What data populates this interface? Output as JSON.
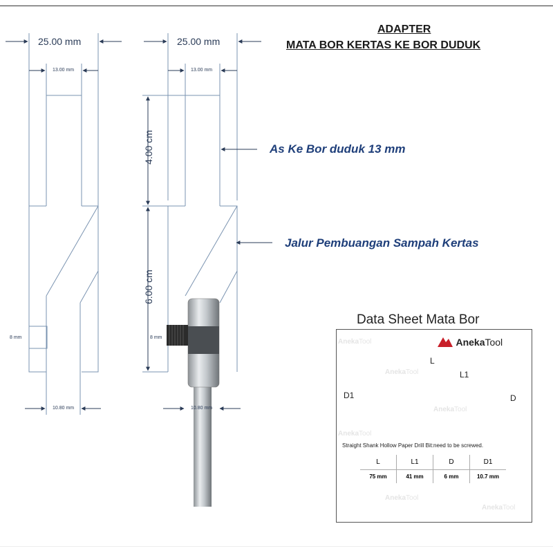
{
  "title": {
    "line1": "ADAPTER",
    "line2": "MATA BOR KERTAS KE BOR DUDUK"
  },
  "left_drawing": {
    "width_outer": "25.00 mm",
    "width_inner": "13.00 mm",
    "width_bottom": "10.80 mm",
    "side_label": "8 mm"
  },
  "right_drawing": {
    "width_outer": "25.00 mm",
    "width_inner": "13.00 mm",
    "height_upper": "4.00 cm",
    "height_lower": "6.00 cm",
    "screw_label": "8 mm",
    "width_bottom": "10.80 mm"
  },
  "annotations": {
    "shaft": "As Ke Bor duduk 13 mm",
    "channel": "Jalur Pembuangan Sampah Kertas"
  },
  "datasheet": {
    "title": "Data Sheet Mata Bor",
    "brand_bold": "Aneka",
    "brand_light": "Tool",
    "dim_L": "L",
    "dim_L1": "L1",
    "dim_D": "D",
    "dim_D1": "D1",
    "description": "Straight Shank Hollow Paper Drill Bit:need to be screwed.",
    "table": {
      "headers": [
        "L",
        "L1",
        "D",
        "D1"
      ],
      "values": [
        "75 mm",
        "41 mm",
        "6 mm",
        "10.7 mm"
      ]
    }
  },
  "colors": {
    "dimension": "#2a3b57",
    "note": "#1f3f7a",
    "outline": "#7a93b0",
    "brand_red": "#c8202a"
  }
}
